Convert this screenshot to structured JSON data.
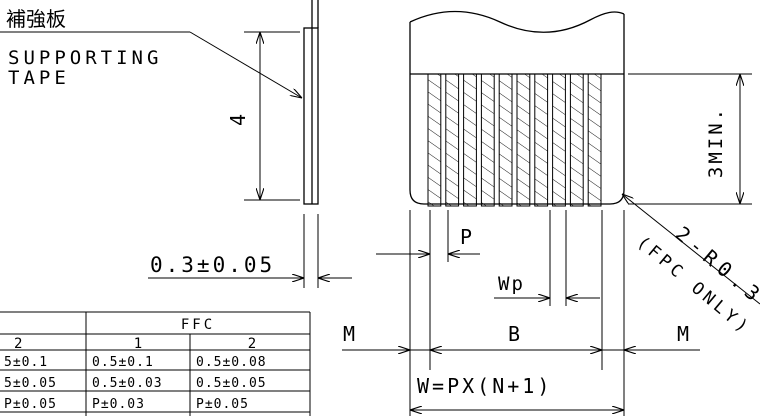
{
  "tape": {
    "label_jp": "補強板",
    "label_en_line1": "SUPPORTING",
    "label_en_line2": "TAPE",
    "dim_height": "4",
    "dim_thickness": "0.3±0.05"
  },
  "connector": {
    "min_length": "3MIN.",
    "radius_note": "2-R0.3",
    "radius_sub": "(FPC ONLY)",
    "pitch": "P",
    "pad_width": "Wp",
    "margin_left": "M",
    "margin_right": "M",
    "span": "B",
    "total_width": "W=PX(N+1)"
  },
  "table": {
    "group_header": "FFC",
    "col_left_partial": "2",
    "col_ffc_1": "1",
    "col_ffc_2": "2",
    "rows": [
      [
        "5±0.1",
        "0.5±0.1",
        "0.5±0.08"
      ],
      [
        "5±0.05",
        "0.5±0.03",
        "0.5±0.05"
      ],
      [
        "P±0.05",
        "P±0.03",
        "P±0.05"
      ]
    ]
  }
}
